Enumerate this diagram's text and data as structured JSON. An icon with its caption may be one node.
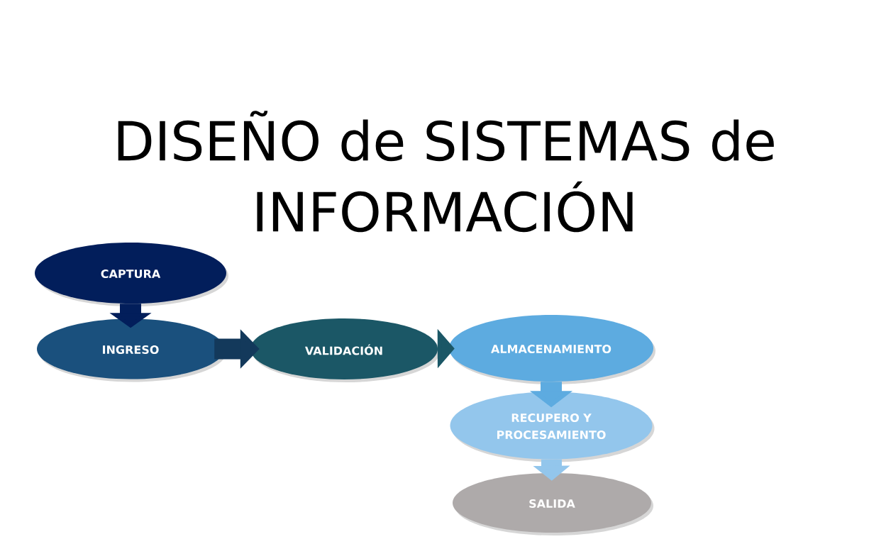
{
  "diagram": {
    "title": "DISEÑO de SISTEMAS de INFORMACIÓN",
    "nodes": [
      {
        "text": [
          "CAPTURA"
        ]
      },
      {
        "text": [
          "INGRESO"
        ]
      },
      {
        "text": [
          "VALIDACIÓN"
        ]
      },
      {
        "text": [
          "ALMACENAMIENTO"
        ]
      },
      {
        "text": [
          "RECUPERO Y PROCESAMIENTO"
        ]
      },
      {
        "text": [
          "SALIDA"
        ]
      }
    ],
    "edges": [
      {
        "from": 0,
        "to": 1,
        "arrow": "to",
        "color": "#021e5b"
      },
      {
        "from": 1,
        "to": 2,
        "arrow": "to",
        "color": "#13395b"
      },
      {
        "from": 2,
        "to": 3,
        "arrow": "to",
        "color": "#1b5766"
      },
      {
        "from": 3,
        "to": 4,
        "arrow": "to",
        "color": "#5dabe0"
      },
      {
        "from": 4,
        "to": 5,
        "arrow": "to",
        "color": "#93c6ec"
      }
    ]
  }
}
